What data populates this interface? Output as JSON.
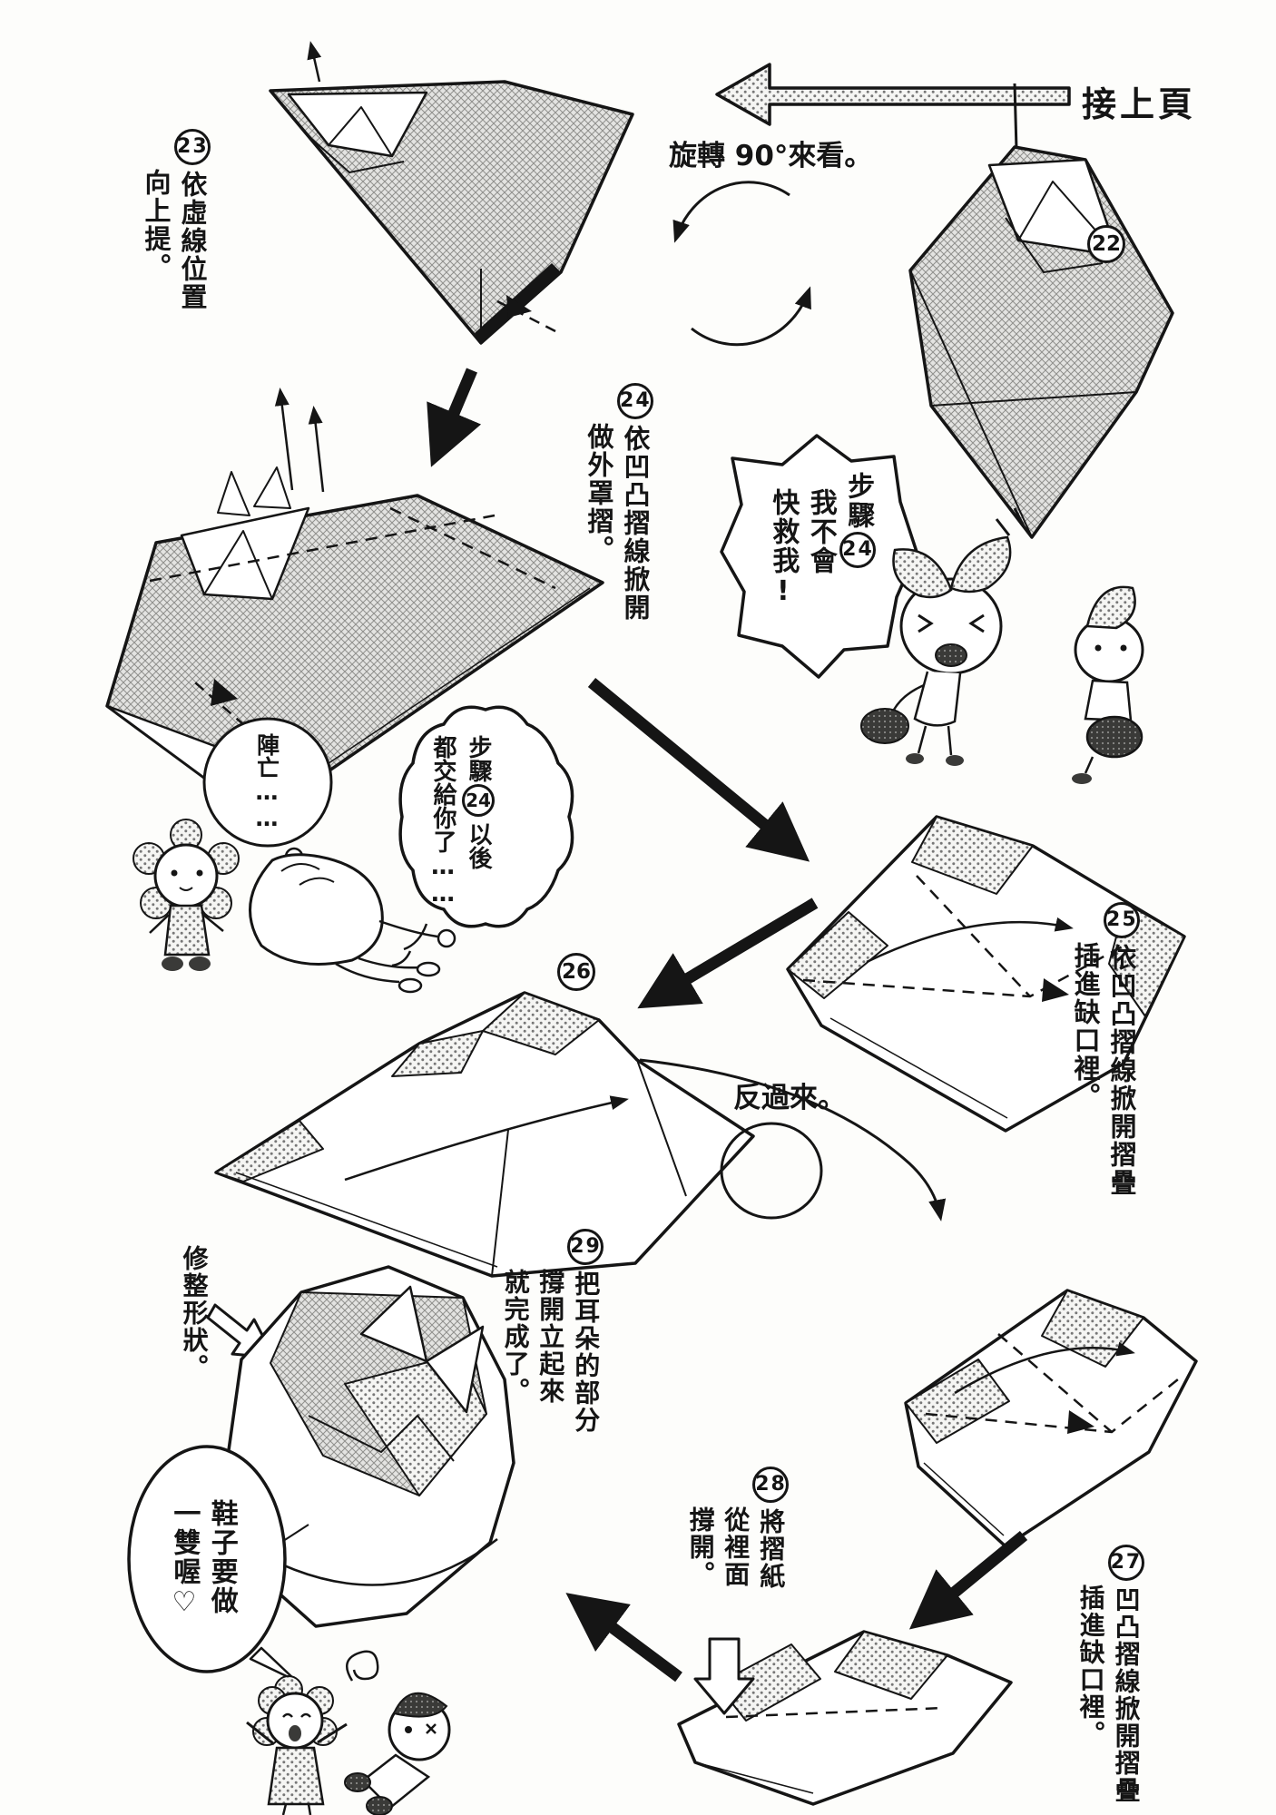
{
  "page": {
    "continue_label": "接上頁",
    "rotate_label": "旋轉 90°來看。",
    "flip_label": "反過來。",
    "adjust_label": "修整形狀。"
  },
  "colors": {
    "ink": "#151515",
    "paper": "#fdfdfb",
    "hatch_gray": "#8f8f8c",
    "dark_fill": "#3a3a38"
  },
  "icons": {
    "continue-arrow": "hollow-left-arrow-dotted",
    "rotate-90": "two-curved-arrows-circle",
    "flip-over": "curved-arrow-with-circle",
    "fold-step-arrows": "thick-solid-black-arrows",
    "lift-arrows": "thin-up-arrows",
    "push-open-arrows": "hollow-white-arrows"
  },
  "steps": {
    "s22": {
      "num": "22"
    },
    "s23": {
      "num": "23",
      "line1": "依虛線位置",
      "line2": "向上提。"
    },
    "s24": {
      "num": "24",
      "line1": "依凹凸摺線掀開",
      "line2": "做外罩摺。"
    },
    "s25": {
      "num": "25",
      "line1": "依凹凸摺線掀開摺疊",
      "line2": "插進缺口裡。"
    },
    "s26": {
      "num": "26"
    },
    "s27": {
      "num": "27",
      "line1": "凹凸摺線掀開摺疊",
      "line2": "插進缺口裡。"
    },
    "s28": {
      "num": "28",
      "line1": "將摺紙",
      "line2": "從裡面",
      "line3": "撐開。"
    },
    "s29": {
      "num": "29",
      "line1": "把耳朵的部分",
      "line2": "撐開立起來",
      "line3": "就完成了。"
    }
  },
  "bubbles": {
    "help": {
      "prefix": "步驟",
      "num": "24",
      "line2": "我不會",
      "line3": "快救我!"
    },
    "thought": {
      "line1": "陣亡……"
    },
    "handover": {
      "prefix": "步驟",
      "num": "24",
      "suffix": "以後",
      "line2": "都交給你了……"
    },
    "shoes": {
      "line1": "鞋子要做",
      "line2": "一雙喔♡"
    }
  }
}
